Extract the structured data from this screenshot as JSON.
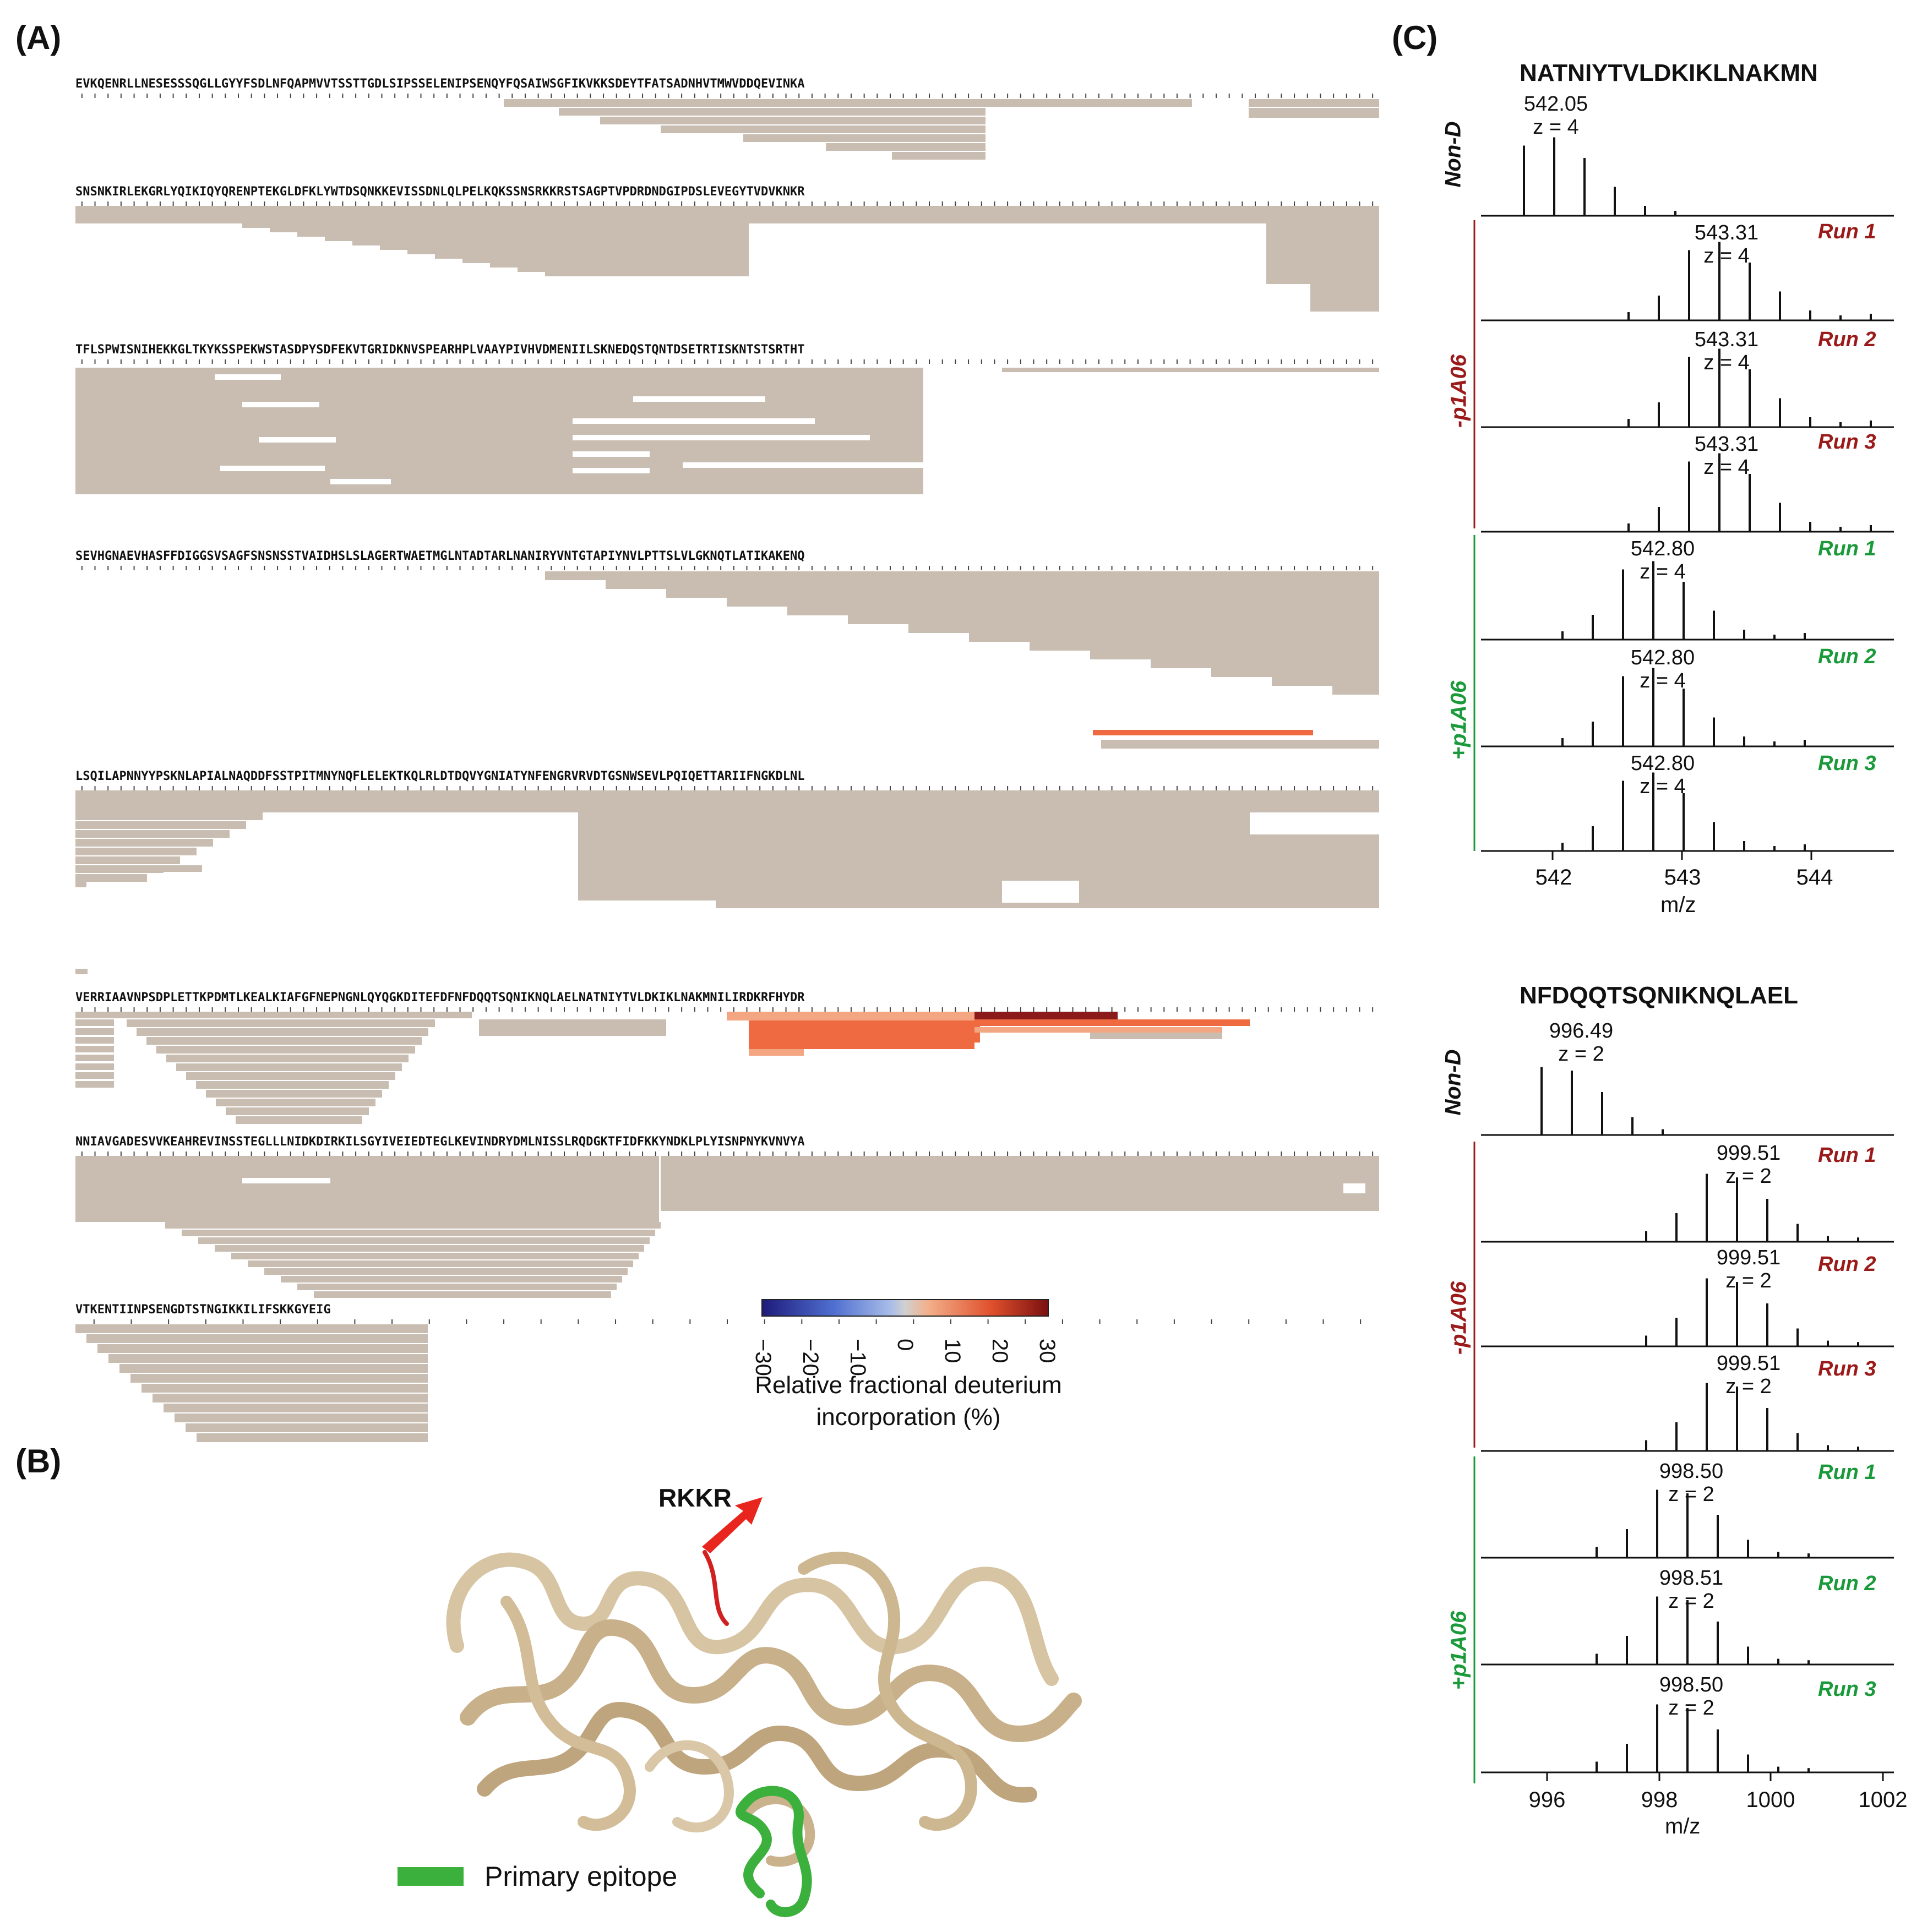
{
  "panels": {
    "a": "(A)",
    "b": "(B)",
    "c": "(C)"
  },
  "colors": {
    "coverage": "#c8bdb0",
    "seq_text": "#111111",
    "pos_low": "#f4a582",
    "pos_mid": "#ef6a40",
    "pos_high": "#8b1a1a",
    "neg_high": "#2b2a8c",
    "neg_low": "#8fa9e0",
    "zero": "#d9d9d9",
    "red_run": "#9b1b1b",
    "green_run": "#1a9a3a",
    "epitope": "#3cb03c",
    "arrow": "#e8261e"
  },
  "sequence_rows": [
    "EVKQENRLLNESESSSQGLLGYYFSDLNFQAPMVVTSSTTGDLSIPSSELENIPSENQYFQSAIWSGFIKVKKSDEYTFATSADNHVTMWVDDQEVINKA",
    "SNSNKIRLEKGRLYQIKIQYQRENPTEKGLDFKLYWTDSQNKKEVISSDNLQLPELKQKSSNSRKKRSTSAGPTVPDRDNDGIPDSLEVEGYTVDVKNKR",
    "TFLSPWISNIHEKKGLTKYKSSPEKWSTASDPYSDFEKVTGRIDKNVSPEARHPLVAAYPIVHVDMENIILSKNEDQSTQNTDSETRTISKNTSTSRTHT",
    "SEVHGNAEVHASFFDIGGSVSAGFSNSNSSTVAIDHSLSLAGERTWAETMGLNTADTARLNANIRYVNTGTAPIYNVLPTTSLVLGKNQTLATIKAKENQ",
    "LSQILAPNNYYPSKNLAPIALNAQDDFSSTPITMNYNQFLELEKTKQLRLDTDQVYGNIATYNFENGRVRVDTGSNWSEVLPQIQETTARIIFNGKDLNL",
    "VERRIAAVNPSDPLETTKPDMTLKEALKIAFGFNEPNGNLQYQGKDITEFDFNFDQQTSQNIKNQLAELNATNIYTVLDKIKLNAKMNILIRDKRFHYDR",
    "NNIAVGADESVVKEAHREVINSSTEGLLLNIDKDIRKILSGYIVEIEDTEGLKEVINDRYDMLNISSLRQDGKTFIDFKKYNDKLPLYISNPNYKVNVYA",
    "VTKENTIINPSENGDTSTNGIKKILIFSKKGYEIG"
  ],
  "colorbar": {
    "ticks": [
      "−30",
      "−20",
      "−10",
      "0",
      "10",
      "20",
      "30"
    ],
    "label_line1": "Relative fractional deuterium",
    "label_line2": "incorporation (%)"
  },
  "structure": {
    "arrow_label": "RKKR",
    "legend_label": "Primary epitope"
  },
  "ms_top": {
    "title": "NATNIYTVLDKIKLNAKMN",
    "x_ticks": [
      "542",
      "543",
      "544"
    ],
    "xlabel": "m/z",
    "group_nond": "Non-D",
    "group_minus": "-p1A06",
    "group_plus": "+p1A06",
    "spectra": [
      {
        "label": "",
        "peak": "542.05",
        "z": "z = 4"
      },
      {
        "label": "Run 1",
        "peak": "543.31",
        "z": "z = 4"
      },
      {
        "label": "Run 2",
        "peak": "543.31",
        "z": "z = 4"
      },
      {
        "label": "Run 3",
        "peak": "543.31",
        "z": "z = 4"
      },
      {
        "label": "Run 1",
        "peak": "542.80",
        "z": "z = 4"
      },
      {
        "label": "Run 2",
        "peak": "542.80",
        "z": "z = 4"
      },
      {
        "label": "Run 3",
        "peak": "542.80",
        "z": "z = 4"
      }
    ]
  },
  "ms_bottom": {
    "title": "NFDQQTSQNIKNQLAEL",
    "x_ticks": [
      "996",
      "998",
      "1000",
      "1002"
    ],
    "xlabel": "m/z",
    "group_nond": "Non-D",
    "group_minus": "-p1A06",
    "group_plus": "+p1A06",
    "spectra": [
      {
        "label": "",
        "peak": "996.49",
        "z": "z = 2"
      },
      {
        "label": "Run 1",
        "peak": "999.51",
        "z": "z = 2"
      },
      {
        "label": "Run 2",
        "peak": "999.51",
        "z": "z = 2"
      },
      {
        "label": "Run 3",
        "peak": "999.51",
        "z": "z = 2"
      },
      {
        "label": "Run 1",
        "peak": "998.50",
        "z": "z = 2"
      },
      {
        "label": "Run 2",
        "peak": "998.51",
        "z": "z = 2"
      },
      {
        "label": "Run 3",
        "peak": "998.50",
        "z": "z = 2"
      }
    ]
  }
}
